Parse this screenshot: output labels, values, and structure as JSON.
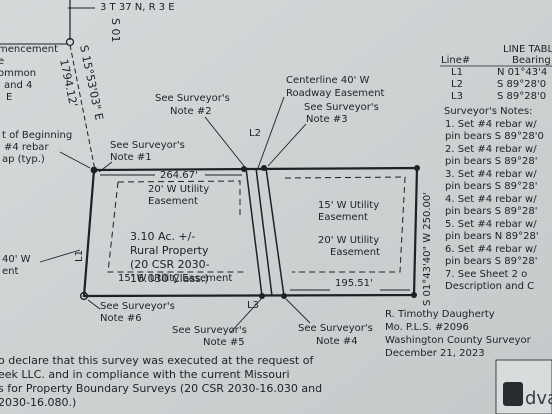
{
  "header": {
    "top_clip": "S 01",
    "township": "3   T 37 N, R 3 E",
    "commencement": [
      "mencement",
      "e",
      "ommon",
      "and 4",
      "E"
    ]
  },
  "line_table": {
    "title": "LINE TABL",
    "col_line": "Line#",
    "col_bearing": "Bearing",
    "rows": [
      {
        "line": "L1",
        "bearing": "N 01°43'4"
      },
      {
        "line": "L2",
        "bearing": "S 89°28'0"
      },
      {
        "line": "L3",
        "bearing": "S 89°28'0"
      }
    ]
  },
  "notes": {
    "title": "Surveyor's Notes:",
    "lines": [
      "1. Set #4 rebar w/",
      "pin bears S 89°28'0",
      "2. Set #4 rebar w/",
      "pin bears S 89°28'",
      "3. Set #4 rebar w/",
      "pin bears S 89°28'",
      "4. Set #4 rebar w/",
      "pin bears S 89°28'",
      "5. Set #4 rebar w/",
      "pin bears N 89°28'",
      "6. Set #4 rebar w/",
      "pin bears S 89°28'",
      "7. See Sheet 2 o",
      "Description and C"
    ]
  },
  "plat": {
    "pob": [
      "t of Beginning",
      "#4 rebar",
      "ap (typ.)"
    ],
    "left_label": "40' W",
    "left_label2": "ent",
    "note1": [
      "See Surveyor's",
      "Note #1"
    ],
    "note2": [
      "See Surveyor's",
      "Note #2"
    ],
    "centerline": [
      "Centerline 40' W",
      "Roadway Easement"
    ],
    "note3": [
      "See Surveyor's",
      "Note #3"
    ],
    "note6": [
      "See Surveyor's",
      "Note #6"
    ],
    "note5": [
      "See Surveyor's",
      "Note #5"
    ],
    "note4": [
      "See Surveyor's",
      "Note #4"
    ],
    "top_dim": "264.67'",
    "bottom_dim": "195.51'",
    "right_dim": "S 01°43'40\" W 250.00'",
    "diag_dim": "1794.12'",
    "diag_bearing": "S 15°53'03\" E",
    "L1": "L1",
    "L2": "L2",
    "L3": "L3",
    "util_top_left": [
      "20' W Utility",
      "Easement"
    ],
    "util_top_right": [
      "15' W Utility",
      "Easement"
    ],
    "util_right": [
      "20' W Utility",
      "Easement"
    ],
    "util_bottom": "15' W Utility Easement",
    "area": [
      "3.10 Ac. +/-",
      "Rural Property",
      "(20 CSR 2030-",
      "16.030 Class.)"
    ]
  },
  "signature": [
    "R. Timothy Daugherty",
    "Mo. P.L.S. #2096",
    "Washington County Surveyor",
    "December 21, 2023"
  ],
  "certification": [
    "o declare that this survey was executed at the request of",
    "eek LLC. and in compliance with the current Missouri",
    "s for Property Boundary Surveys (20 CSR 2030-16.030 and",
    "2030-16.080.)"
  ],
  "stamp_text": "dva",
  "colors": {
    "paper": "#cfd3d4",
    "ink": "#1d2124",
    "accent": "#b74a3c"
  }
}
